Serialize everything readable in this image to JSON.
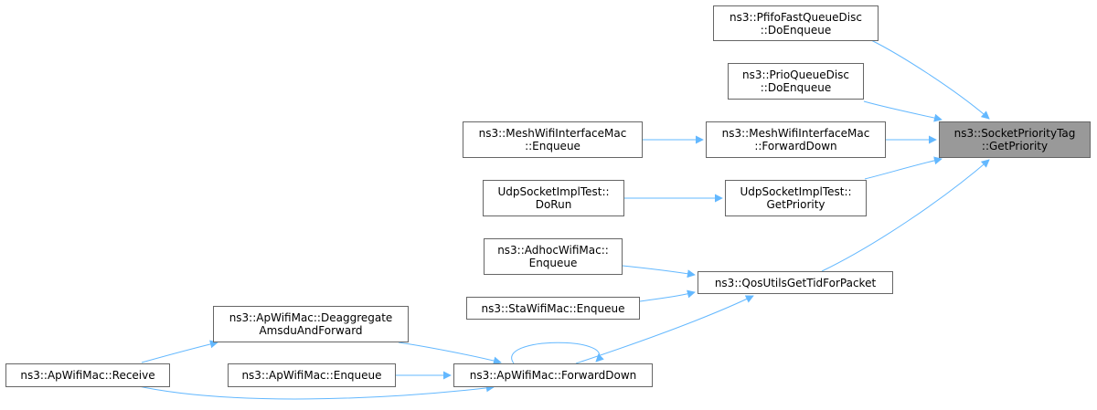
{
  "graph": {
    "colors": {
      "edge": "#63b8ff",
      "node_border": "#666666",
      "root_fill": "#999999",
      "node_fill": "#ffffff"
    },
    "nodes": {
      "root": [
        "ns3::SocketPriorityTag",
        "::GetPriority"
      ],
      "pfifo": [
        "ns3::PfifoFastQueueDisc",
        "::DoEnqueue"
      ],
      "prio": [
        "ns3::PrioQueueDisc",
        "::DoEnqueue"
      ],
      "mesh_forward": [
        "ns3::MeshWifiInterfaceMac",
        "::ForwardDown"
      ],
      "mesh_enqueue": [
        "ns3::MeshWifiInterfaceMac",
        "::Enqueue"
      ],
      "udp_getpriority": [
        "UdpSocketImplTest::",
        "GetPriority"
      ],
      "udp_dorun": [
        "UdpSocketImplTest::",
        "DoRun"
      ],
      "qos": [
        "ns3::QosUtilsGetTidForPacket"
      ],
      "adhoc": [
        "ns3::AdhocWifiMac::",
        "Enqueue"
      ],
      "sta": [
        "ns3::StaWifiMac::Enqueue"
      ],
      "ap_deagg": [
        "ns3::ApWifiMac::Deaggregate",
        "AmsduAndForward"
      ],
      "ap_forward": [
        "ns3::ApWifiMac::ForwardDown"
      ],
      "ap_enqueue": [
        "ns3::ApWifiMac::Enqueue"
      ],
      "ap_receive": [
        "ns3::ApWifiMac::Receive"
      ]
    },
    "edges": [
      [
        "pfifo",
        "root"
      ],
      [
        "prio",
        "root"
      ],
      [
        "mesh_forward",
        "root"
      ],
      [
        "udp_getpriority",
        "root"
      ],
      [
        "qos",
        "root"
      ],
      [
        "mesh_enqueue",
        "mesh_forward"
      ],
      [
        "udp_dorun",
        "udp_getpriority"
      ],
      [
        "adhoc",
        "qos"
      ],
      [
        "sta",
        "qos"
      ],
      [
        "ap_forward",
        "qos"
      ],
      [
        "ap_deagg",
        "ap_forward"
      ],
      [
        "ap_enqueue",
        "ap_forward"
      ],
      [
        "ap_receive",
        "ap_forward"
      ],
      [
        "ap_receive",
        "ap_deagg"
      ],
      [
        "ap_forward",
        "ap_forward"
      ]
    ]
  }
}
